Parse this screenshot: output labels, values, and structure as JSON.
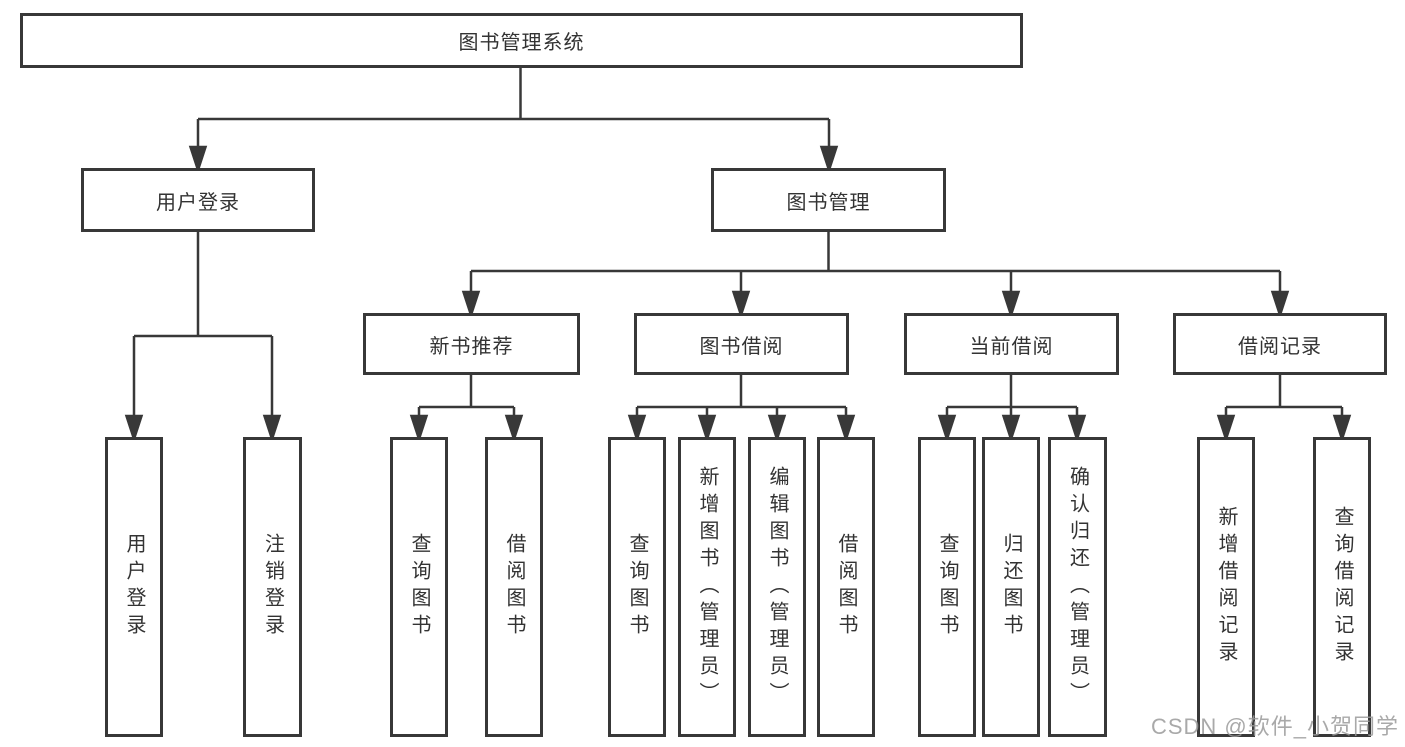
{
  "diagram": {
    "type": "hierarchy-chart",
    "tree": {
      "root": {
        "label": "图书管理系统"
      },
      "branches": [
        {
          "label": "用户登录",
          "children": [
            {
              "label": "用户登录"
            },
            {
              "label": "注销登录"
            }
          ]
        },
        {
          "label": "图书管理",
          "children": [
            {
              "label": "新书推荐",
              "children": [
                {
                  "label": "查询图书"
                },
                {
                  "label": "借阅图书"
                }
              ]
            },
            {
              "label": "图书借阅",
              "children": [
                {
                  "label": "查询图书"
                },
                {
                  "label": "新增图书（管理员）"
                },
                {
                  "label": "编辑图书（管理员）"
                },
                {
                  "label": "借阅图书"
                }
              ]
            },
            {
              "label": "当前借阅",
              "children": [
                {
                  "label": "查询图书"
                },
                {
                  "label": "归还图书"
                },
                {
                  "label": "确认归还（管理员）"
                }
              ]
            },
            {
              "label": "借阅记录",
              "children": [
                {
                  "label": "新增借阅记录"
                },
                {
                  "label": "查询借阅记录"
                }
              ]
            }
          ]
        }
      ]
    },
    "colors": {
      "line": "#383838",
      "text": "#333333",
      "background": "#ffffff",
      "watermark": "#9a9a9a"
    }
  },
  "watermark": "CSDN @软件_小贺同学"
}
